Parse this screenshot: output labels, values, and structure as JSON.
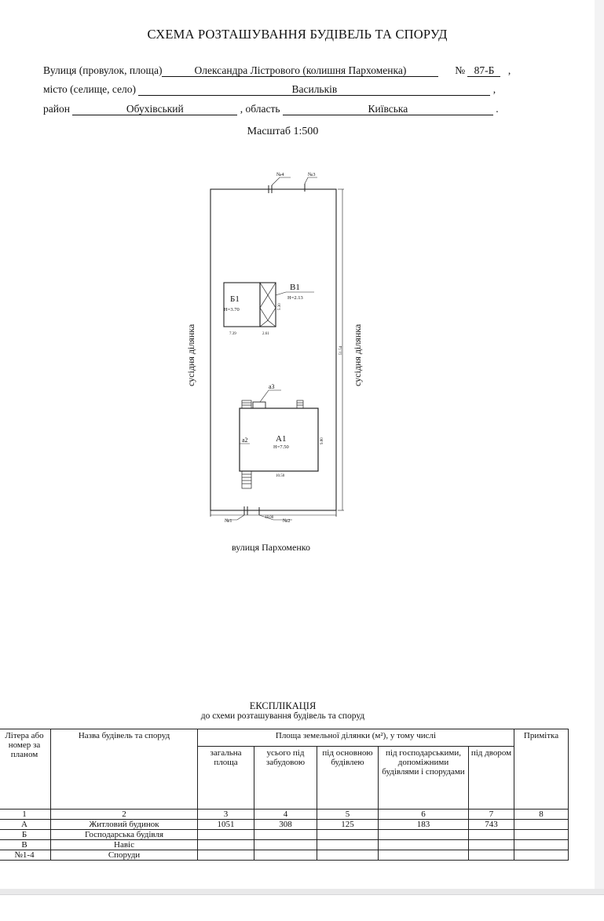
{
  "header": {
    "title": "СХЕМА РОЗТАШУВАННЯ БУДІВЕЛЬ ТА СПОРУД",
    "street_label": "Вулиця (провулок, площа)",
    "street_value": "Олександра Лістрового (колишня Пархоменка)",
    "number_label": "№",
    "number_value": "87-Б",
    "city_label": "місто (селище, село)",
    "city_value": "Васильків",
    "district_label": "район",
    "district_value": "Обухівський",
    "region_label": ", область",
    "region_value": "Київська",
    "comma": ",",
    "period": ".",
    "scale": "Масштаб  1:500"
  },
  "plan": {
    "neighbor_left": "сусідня ділянка",
    "neighbor_right": "сусідня ділянка",
    "street_bottom": "вулиця Пархоменко",
    "markers": {
      "n1": "№1",
      "n2": "№2",
      "n3": "№3",
      "n4": "№4"
    },
    "buildings": {
      "b1": {
        "label": "Б1",
        "height": "Н=3.70"
      },
      "v1": {
        "label": "В1",
        "height": "Н=2.13"
      },
      "a1": {
        "label": "А1",
        "height": "Н=7.50"
      },
      "a2": {
        "label": "а2"
      },
      "a3": {
        "label": "а3"
      }
    },
    "dims": {
      "b_width": "7.39",
      "v_width": "2.61",
      "v_height": "5.30",
      "plot_side": "51.54",
      "a_width": "10.50",
      "a_height": "9.80",
      "plot_front": "18.00"
    }
  },
  "explication": {
    "title": "ЕКСПЛІКАЦІЯ",
    "subtitle": "до схеми розташування будівель та споруд",
    "headers": {
      "liter": "Літера або номер за планом",
      "name": "Назва будівель та споруд",
      "area_group": "Площа земельної ділянки (м²), у тому числі",
      "total": "загальна площа",
      "built": "усього під забудовою",
      "main": "під основною будівлею",
      "aux": "під господарськими, допоміжними будівлями і спорудами",
      "yard": "під двором",
      "note": "Примітка"
    },
    "column_numbers": [
      "1",
      "2",
      "3",
      "4",
      "5",
      "6",
      "7",
      "8"
    ],
    "rows": [
      {
        "liter": "А",
        "name": "Житловий будинок",
        "total": "1051",
        "built": "308",
        "main": "125",
        "aux": "183",
        "yard": "743",
        "note": ""
      },
      {
        "liter": "Б",
        "name": "Господарська будівля",
        "total": "",
        "built": "",
        "main": "",
        "aux": "",
        "yard": "",
        "note": ""
      },
      {
        "liter": "В",
        "name": "Навіс",
        "total": "",
        "built": "",
        "main": "",
        "aux": "",
        "yard": "",
        "note": ""
      },
      {
        "liter": "№1-4",
        "name": "Споруди",
        "total": "",
        "built": "",
        "main": "",
        "aux": "",
        "yard": "",
        "note": ""
      }
    ]
  }
}
